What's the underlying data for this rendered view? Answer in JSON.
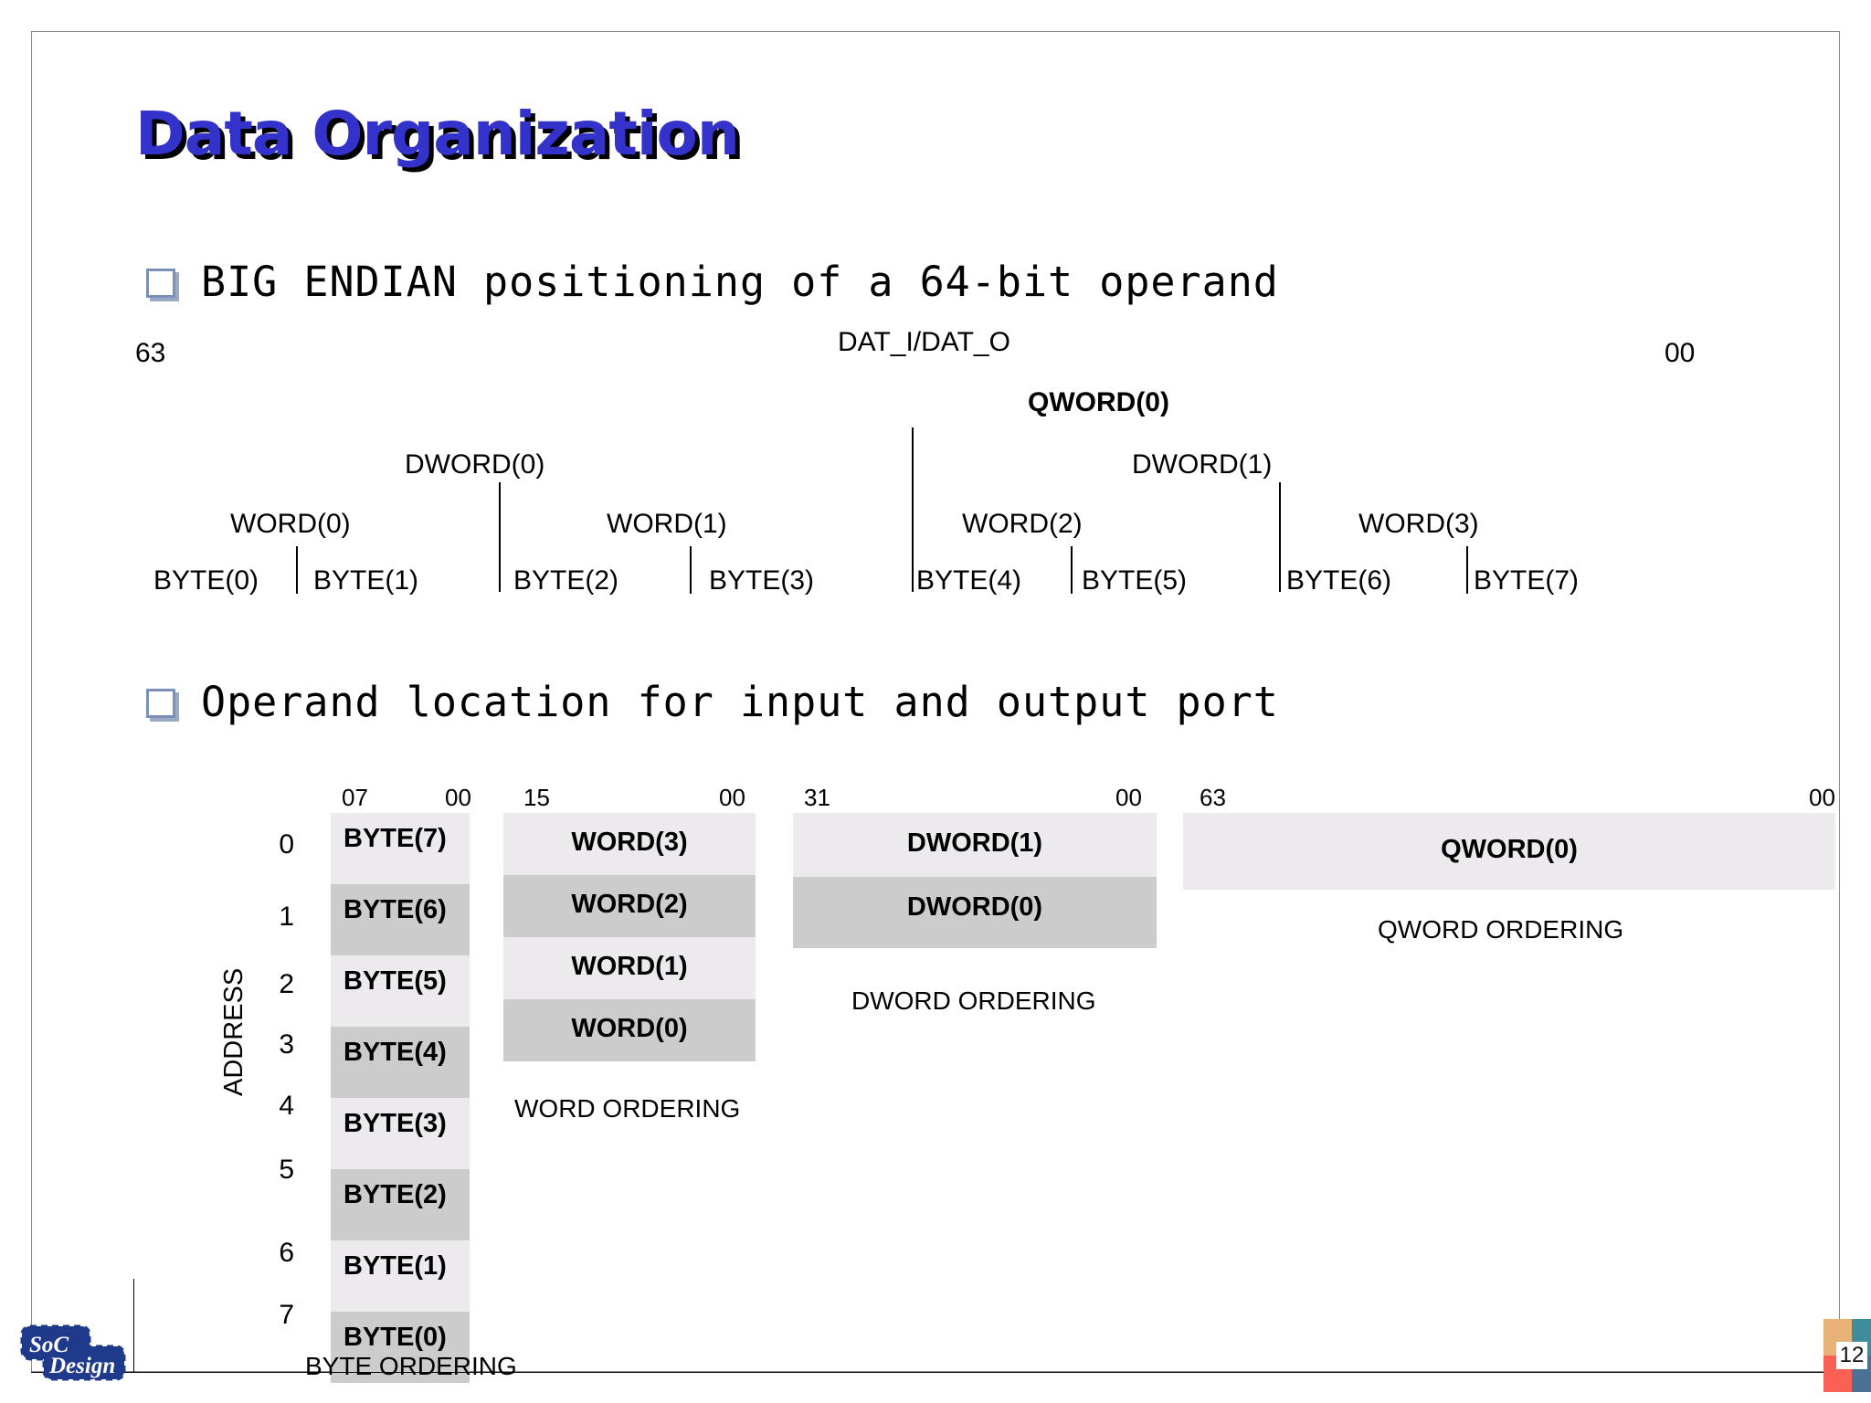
{
  "slide": {
    "title": "Data Organization",
    "page_number": "12",
    "logo_text_1": "SoC",
    "logo_text_2": "Design",
    "title_color": "#3333CC",
    "shade_light": "#ECEAEC",
    "shade_dark": "#CCCCCC"
  },
  "bullets": [
    {
      "text": "BIG ENDIAN positioning of a 64-bit operand"
    },
    {
      "text": "Operand location for input and output port"
    }
  ],
  "endian_diagram": {
    "bus_label": "DAT_I/DAT_O",
    "msb": "63",
    "lsb": "00",
    "qword": "QWORD(0)",
    "dwords": [
      "DWORD(0)",
      "DWORD(1)"
    ],
    "words": [
      "WORD(0)",
      "WORD(1)",
      "WORD(2)",
      "WORD(3)"
    ],
    "bytes": [
      "BYTE(0)",
      "BYTE(1)",
      "BYTE(2)",
      "BYTE(3)",
      "BYTE(4)",
      "BYTE(5)",
      "BYTE(6)",
      "BYTE(7)"
    ]
  },
  "ordering": {
    "address_label": "ADDRESS",
    "addresses": [
      "0",
      "1",
      "2",
      "3",
      "4",
      "5",
      "6",
      "7"
    ],
    "columns": [
      {
        "name": "byte-column",
        "msb": "07",
        "lsb": "00",
        "caption": "BYTE  ORDERING",
        "cells": [
          "BYTE(7)",
          "BYTE(6)",
          "BYTE(5)",
          "BYTE(4)",
          "BYTE(3)",
          "BYTE(2)",
          "BYTE(1)",
          "BYTE(0)"
        ]
      },
      {
        "name": "word-column",
        "msb": "15",
        "lsb": "00",
        "caption": "WORD ORDERING",
        "cells": [
          "WORD(3)",
          "WORD(2)",
          "WORD(1)",
          "WORD(0)"
        ]
      },
      {
        "name": "dword-column",
        "msb": "31",
        "lsb": "00",
        "caption": "DWORD ORDERING",
        "cells": [
          "DWORD(1)",
          "DWORD(0)"
        ]
      },
      {
        "name": "qword-column",
        "msb": "63",
        "lsb": "00",
        "caption": "QWORD ORDERING",
        "cells": [
          "QWORD(0)"
        ]
      }
    ]
  }
}
